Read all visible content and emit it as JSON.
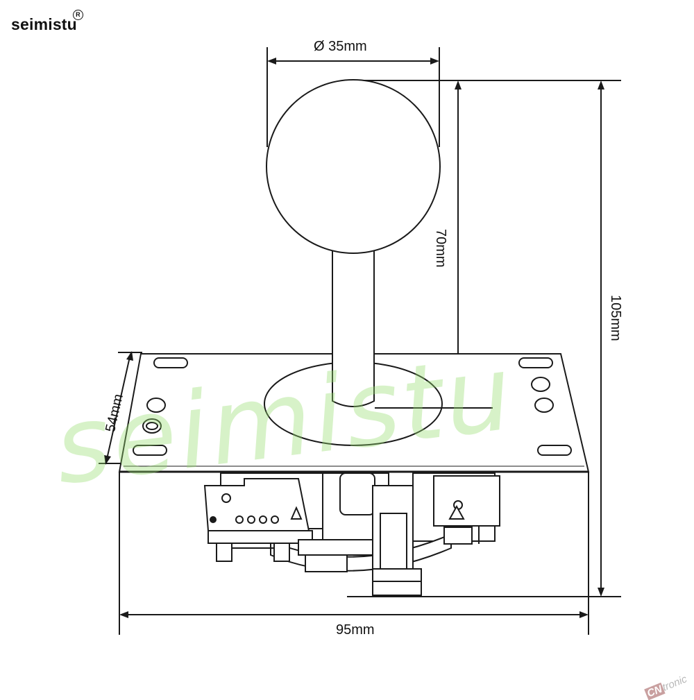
{
  "brand": {
    "name": "seimistu",
    "registered_mark": "R"
  },
  "dimensions": {
    "ball_diameter": "Ø 35mm",
    "shaft_height": "70mm",
    "total_height": "105mm",
    "plate_depth": "54mm",
    "plate_width": "95mm"
  },
  "watermark": {
    "text": "seimistu"
  },
  "corner_mark": {
    "prefix": "CN",
    "suffix": "tronic"
  },
  "colors": {
    "line": "#1a1a1a",
    "watermark": "#96dc6e",
    "background": "#ffffff"
  }
}
